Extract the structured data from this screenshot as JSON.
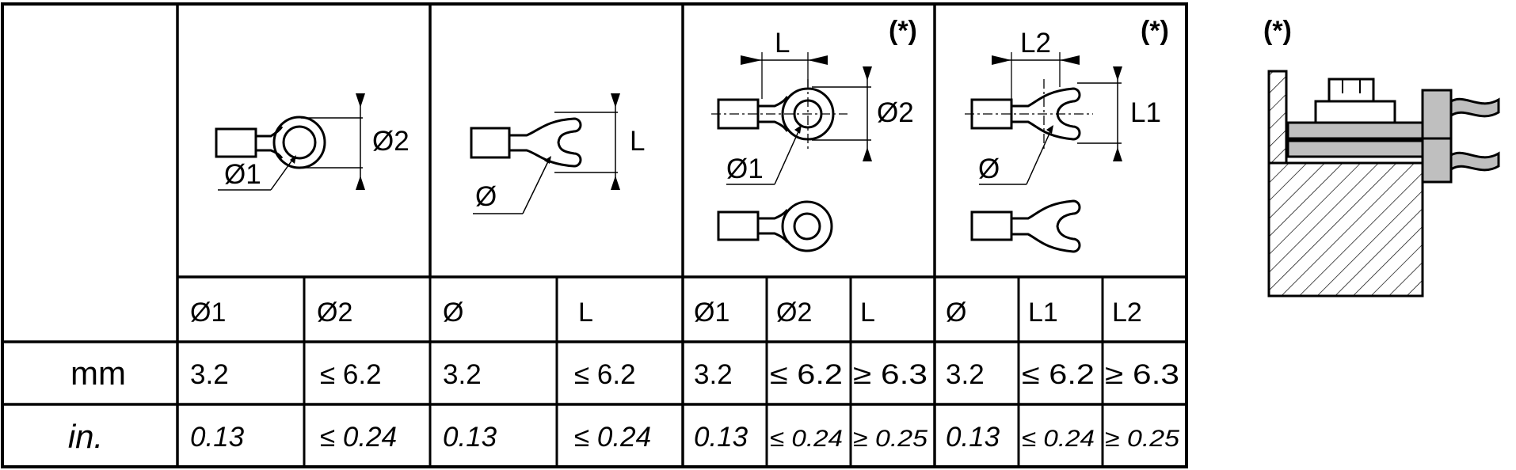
{
  "table": {
    "headers": [
      "Ø1",
      "Ø2",
      "Ø",
      "L",
      "Ø1",
      "Ø2",
      "L",
      "Ø",
      "L1",
      "L2"
    ],
    "rows": [
      {
        "unit": "mm",
        "values": [
          "3.2",
          "≤ 6.2",
          "3.2",
          "≤ 6.2",
          "3.2",
          "≤ 6.2",
          "≥ 6.3",
          "3.2",
          "≤ 6.2",
          "≥ 6.3"
        ]
      },
      {
        "unit": "in.",
        "values": [
          "0.13",
          "≤ 0.24",
          "0.13",
          "≤ 0.24",
          "0.13",
          "≤ 0.24",
          "≥ 0.25",
          "0.13",
          "≤ 0.24",
          "≥ 0.25"
        ]
      }
    ]
  },
  "diagrams": {
    "ring": {
      "d1": "Ø1",
      "d2": "Ø2"
    },
    "fork": {
      "d": "Ø",
      "l": "L"
    },
    "ring_tab": {
      "note": "(*)",
      "l": "L",
      "d1": "Ø1",
      "d2": "Ø2"
    },
    "fork_tab": {
      "note": "(*)",
      "l1": "L1",
      "l2": "L2",
      "d": "Ø"
    }
  },
  "side_figure": {
    "note": "(*)"
  }
}
